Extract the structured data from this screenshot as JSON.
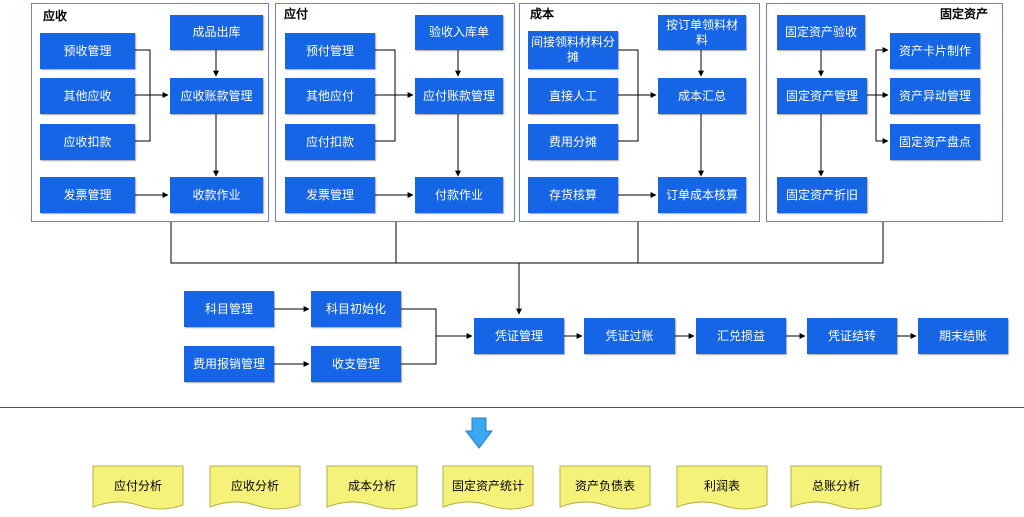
{
  "colors": {
    "node_fill": "#1565e6",
    "panel_border": "#6f7fd8",
    "report_fill": "#f5f27a",
    "down_arrow": "#3aa7f0"
  },
  "panels": {
    "receivable": {
      "title": "应收"
    },
    "payable": {
      "title": "应付"
    },
    "cost": {
      "title": "成本"
    },
    "fixed_assets": {
      "title": "固定资产"
    }
  },
  "nodes": {
    "ar_finished_goods_out": "成品出库",
    "ar_prereceipt": "预收管理",
    "ar_other": "其他应收",
    "ar_deduction": "应收扣款",
    "ar_ledger": "应收账款管理",
    "ar_invoice": "发票管理",
    "ar_collection": "收款作业",
    "ap_inbound_receipt": "验收入库单",
    "ap_prepay": "预付管理",
    "ap_other": "其他应付",
    "ap_deduction": "应付扣款",
    "ap_ledger": "应付账款管理",
    "ap_invoice": "发票管理",
    "ap_payment": "付款作业",
    "cost_indirect_material": "间接领料材料分摊",
    "cost_order_material": "按订单领料材料",
    "cost_direct_labor": "直接人工",
    "cost_summary": "成本汇总",
    "cost_expense_allocation": "费用分摊",
    "cost_inventory_accounting": "存货核算",
    "cost_order_costing": "订单成本核算",
    "fa_acceptance": "固定资产验收",
    "fa_card": "资产卡片制作",
    "fa_management": "固定资产管理",
    "fa_change": "资产异动管理",
    "fa_inventory": "固定资产盘点",
    "fa_depreciation": "固定资产折旧",
    "gl_account_mgmt": "科目管理",
    "gl_account_init": "科目初始化",
    "gl_expense_reimb": "费用报销管理",
    "gl_income_expense": "收支管理",
    "gl_voucher_mgmt": "凭证管理",
    "gl_voucher_posting": "凭证过账",
    "gl_fx_gain_loss": "汇兑损益",
    "gl_voucher_closing": "凭证结转",
    "gl_period_close": "期末结账"
  },
  "reports": [
    "应付分析",
    "应收分析",
    "成本分析",
    "固定资产统计",
    "资产负债表",
    "利润表",
    "总账分析"
  ]
}
